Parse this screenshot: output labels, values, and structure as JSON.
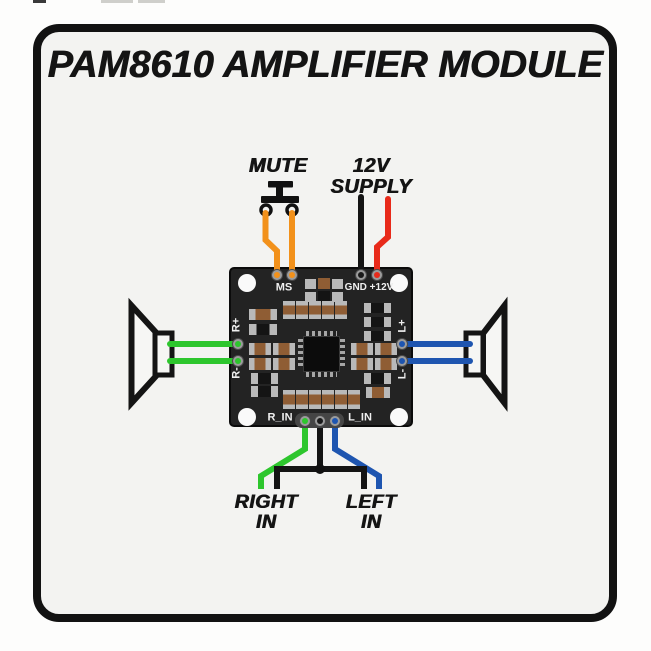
{
  "title": "PAM8610 AMPLIFIER MODULE",
  "annotations": {
    "mute_label": "MUTE",
    "supply_label_line1": "12V",
    "supply_label_line2": "SUPPLY",
    "right_in_line1": "RIGHT",
    "right_in_line2": "IN",
    "left_in_line1": "LEFT",
    "left_in_line2": "IN"
  },
  "board": {
    "label_ms": "MS",
    "label_gnd_12v": "GND +12V",
    "label_r_plus": "R+",
    "label_r_minus": "R-",
    "label_l_plus": "L+",
    "label_l_minus": "L-",
    "label_r_in": "R_IN",
    "label_l_in": "L_IN"
  },
  "colors": {
    "mute_wire_orange": "#f2911b",
    "supply_positive_red": "#e82a1a",
    "supply_ground_black": "#141414",
    "right_channel_green": "#2dc62d",
    "left_channel_blue": "#1e55b0",
    "pcb_black": "#232323"
  }
}
